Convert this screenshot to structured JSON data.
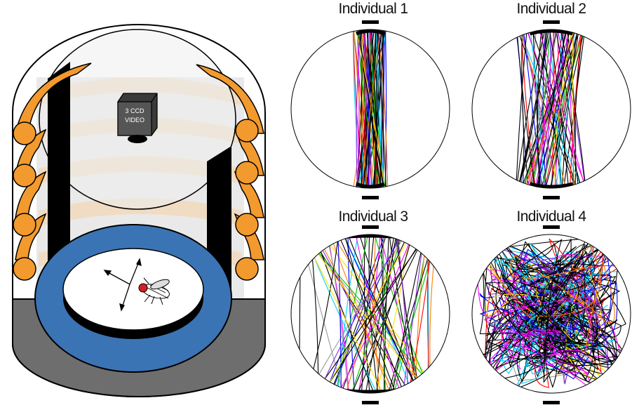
{
  "apparatus": {
    "camera_label_line1": "3 CCD",
    "camera_label_line2": "VIDEO",
    "colors": {
      "arena": "#3b74b4",
      "base": "#6e6e6e",
      "stripes": "#f0dcc3",
      "coils": "#f29a2e",
      "bars": "#000000",
      "fly_eye": "#d42020"
    },
    "icons": [
      "video-camera-icon",
      "fly-icon",
      "direction-arrows-icon"
    ]
  },
  "panels": [
    {
      "title": "Individual 1",
      "pattern": "stripe-fixation",
      "spread": 0.22
    },
    {
      "title": "Individual 2",
      "pattern": "stripe-fixation",
      "spread": 0.45
    },
    {
      "title": "Individual 3",
      "pattern": "stripe-fixation",
      "spread": 0.9
    },
    {
      "title": "Individual 4",
      "pattern": "random-walk",
      "spread": 1.0
    }
  ],
  "trajectory_colors": [
    "#000000",
    "#ff00ff",
    "#00c000",
    "#0000ff",
    "#00d0ff",
    "#ffe000",
    "#ff0000",
    "#9a9a9a",
    "#8a2be2",
    "#ff8000"
  ]
}
